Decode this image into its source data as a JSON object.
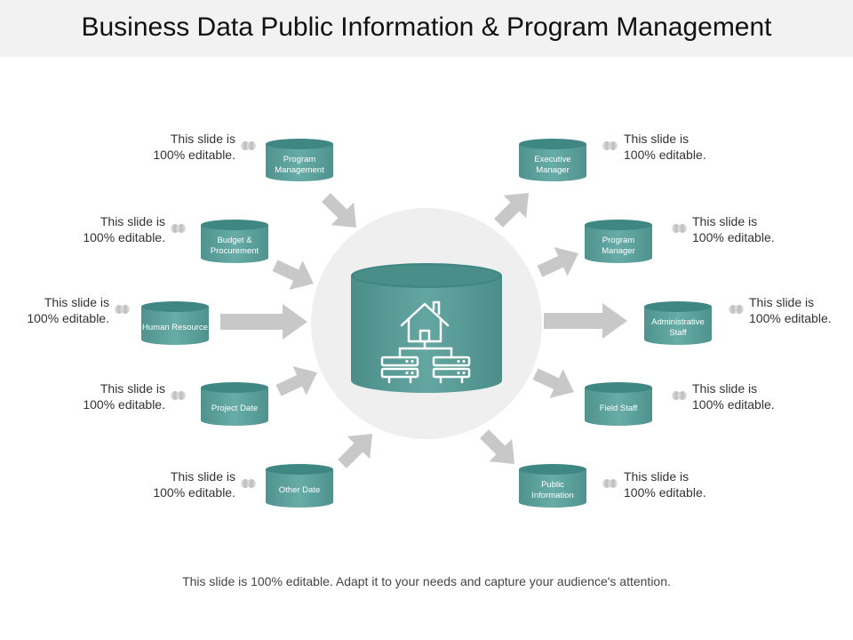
{
  "title": "Business Data Public Information & Program Management",
  "footer": "This slide is 100% editable. Adapt it to your needs and capture your audience's attention.",
  "colors": {
    "teal": "#5fa4a0",
    "teal_dark": "#3f8783",
    "arrow": "#c8c8c8",
    "circle": "#efefef"
  },
  "center_icon": "house-network-icon",
  "nodes": [
    {
      "name": "Program Management",
      "label1": "This slide is",
      "label2": "100% editable."
    },
    {
      "name": "Budget & Procurement",
      "label1": "This slide is",
      "label2": "100% editable."
    },
    {
      "name": "Human Resource",
      "label1": "This slide is",
      "label2": "100% editable."
    },
    {
      "name": "Project Date",
      "label1": "This slide is",
      "label2": "100% editable."
    },
    {
      "name": "Other Date",
      "label1": "This slide is",
      "label2": "100% editable."
    },
    {
      "name": "Executive Manager",
      "label1": "This slide is",
      "label2": "100% editable."
    },
    {
      "name": "Program Manager",
      "label1": "This slide is",
      "label2": "100% editable."
    },
    {
      "name": "Administrative Staff",
      "label1": "This slide is",
      "label2": "100% editable."
    },
    {
      "name": "Field Staff",
      "label1": "This slide is",
      "label2": "100% editable."
    },
    {
      "name": "Public Information",
      "label1": "This slide is",
      "label2": "100% editable."
    }
  ]
}
